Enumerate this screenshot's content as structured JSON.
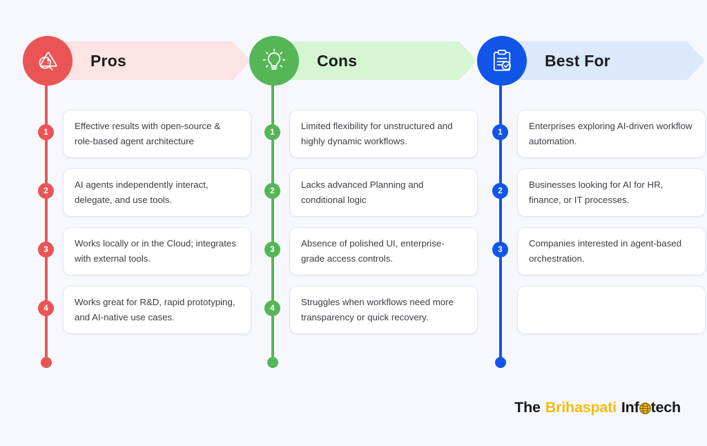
{
  "page": {
    "background_color": "#f7f8fd",
    "title_font_color": "#1c1c1c"
  },
  "columns": [
    {
      "key": "pros",
      "title": "Pros",
      "icon": "magnifier-warning-icon",
      "accent_color": "#ea5455",
      "banner_color": "#fde3e3",
      "items": [
        {
          "number": "1",
          "text": "Effective results with open-source & role-based agent architecture"
        },
        {
          "number": "2",
          "text": "AI agents independently interact, delegate, and use tools."
        },
        {
          "number": "3",
          "text": "Works locally or in the Cloud; integrates with external tools."
        },
        {
          "number": "4",
          "text": "Works great for R&D, rapid prototyping, and AI-native use cases."
        }
      ]
    },
    {
      "key": "cons",
      "title": "Cons",
      "icon": "lightbulb-icon",
      "accent_color": "#55b656",
      "banner_color": "#d6f5d2",
      "items": [
        {
          "number": "1",
          "text": "Limited flexibility for unstructured and highly dynamic workflows."
        },
        {
          "number": "2",
          "text": "Lacks advanced Planning and conditional logic"
        },
        {
          "number": "3",
          "text": "Absence of polished UI, enterprise-grade access controls."
        },
        {
          "number": "4",
          "text": "Struggles when workflows need more transparency or quick recovery."
        }
      ]
    },
    {
      "key": "best-for",
      "title": "Best For",
      "icon": "clipboard-check-icon",
      "accent_color": "#1155e8",
      "banner_color": "#dbe8fd",
      "items": [
        {
          "number": "1",
          "text": "Enterprises exploring AI-driven workflow automation."
        },
        {
          "number": "2",
          "text": "Businesses looking for AI for HR, finance, or IT processes."
        },
        {
          "number": "3",
          "text": "Companies interested in agent-based orchestration."
        },
        {
          "number": "",
          "text": ""
        }
      ]
    }
  ],
  "logo": {
    "the": "The",
    "brand": "Brihaspati",
    "inf": "Inf",
    "globe_icon": "globe-icon",
    "tech": "tech",
    "brand_color": "#f5bb12",
    "text_color": "#17171c"
  }
}
